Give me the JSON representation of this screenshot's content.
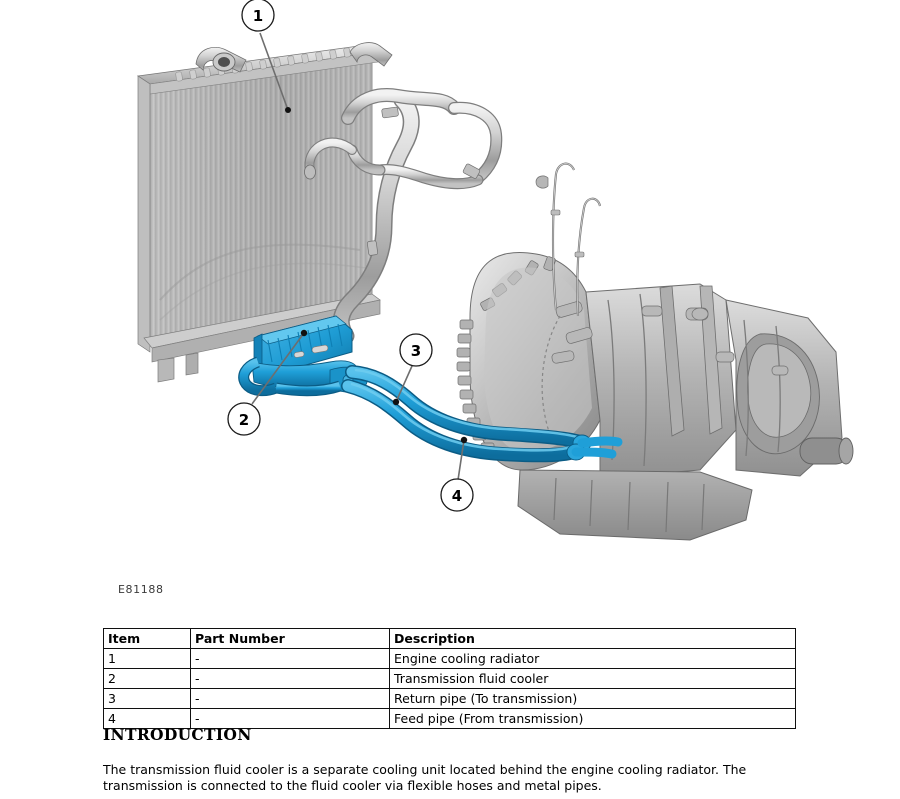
{
  "figure": {
    "code": "E81188",
    "callouts": [
      {
        "number": "1",
        "target": "Engine cooling radiator"
      },
      {
        "number": "2",
        "target": "Transmission fluid cooler"
      },
      {
        "number": "3",
        "target": "Return pipe (To transmission)"
      },
      {
        "number": "4",
        "target": "Feed pipe (From transmission)"
      }
    ],
    "colors": {
      "highlight_blue": "#1f9fd8",
      "highlight_blue_dark": "#0f6f9e",
      "metal_light": "#e2e2e2",
      "metal_mid": "#b6b6b6",
      "metal_dark": "#8d8d8d",
      "outline": "#5a5a5a"
    }
  },
  "table": {
    "headers": [
      "Item",
      "Part Number",
      "Description"
    ],
    "rows": [
      {
        "item": "1",
        "part_number": "-",
        "description": "Engine cooling radiator"
      },
      {
        "item": "2",
        "part_number": "-",
        "description": "Transmission fluid cooler"
      },
      {
        "item": "3",
        "part_number": "-",
        "description": "Return pipe (To transmission)"
      },
      {
        "item": "4",
        "part_number": "-",
        "description": "Feed pipe (From transmission)"
      }
    ]
  },
  "introduction": {
    "heading": "INTRODUCTION",
    "paragraph": "The transmission fluid cooler is a separate cooling unit located behind the engine cooling radiator. The transmission is connected to the fluid cooler via flexible hoses and metal pipes."
  }
}
